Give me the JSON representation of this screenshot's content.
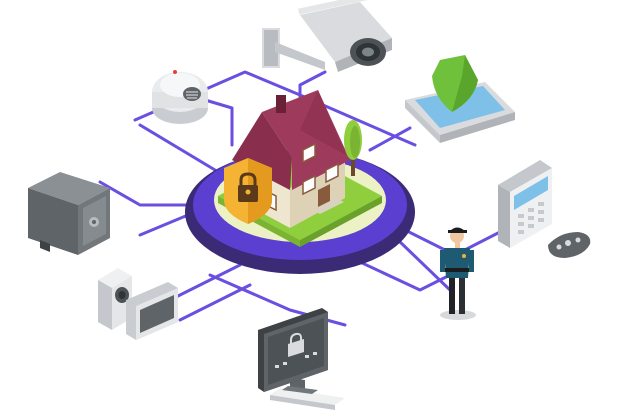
{
  "diagram": {
    "kind": "isometric-smart-home-security-illustration",
    "hub": {
      "name": "house",
      "badge_icon": "padlock-shield-icon"
    },
    "devices": [
      {
        "id": "cctv-camera",
        "icon": "security-camera-icon"
      },
      {
        "id": "smoke-detector",
        "icon": "smoke-detector-icon"
      },
      {
        "id": "phone-shield",
        "icon": "smartphone-shield-icon"
      },
      {
        "id": "safe",
        "icon": "safe-icon"
      },
      {
        "id": "alarm-keypad",
        "icon": "keypad-remote-icon"
      },
      {
        "id": "security-guard",
        "icon": "guard-icon"
      },
      {
        "id": "video-intercom",
        "icon": "intercom-icon"
      },
      {
        "id": "monitor-lock",
        "icon": "monitor-lock-icon"
      }
    ],
    "colors": {
      "connector": "#6a4fe0",
      "platform_outer": "#3b2a75",
      "platform_inner": "#5a3fd0",
      "platform_top": "#ecf2c4",
      "lawn": "#8fce3c",
      "roof": "#8a2e4d",
      "wall": "#efe6cf",
      "shield": "#f4b332",
      "phone_shield": "#6fc13c",
      "device_grey": "#d9dbde",
      "device_dark": "#5f6468",
      "screen": "#2f3438"
    }
  }
}
